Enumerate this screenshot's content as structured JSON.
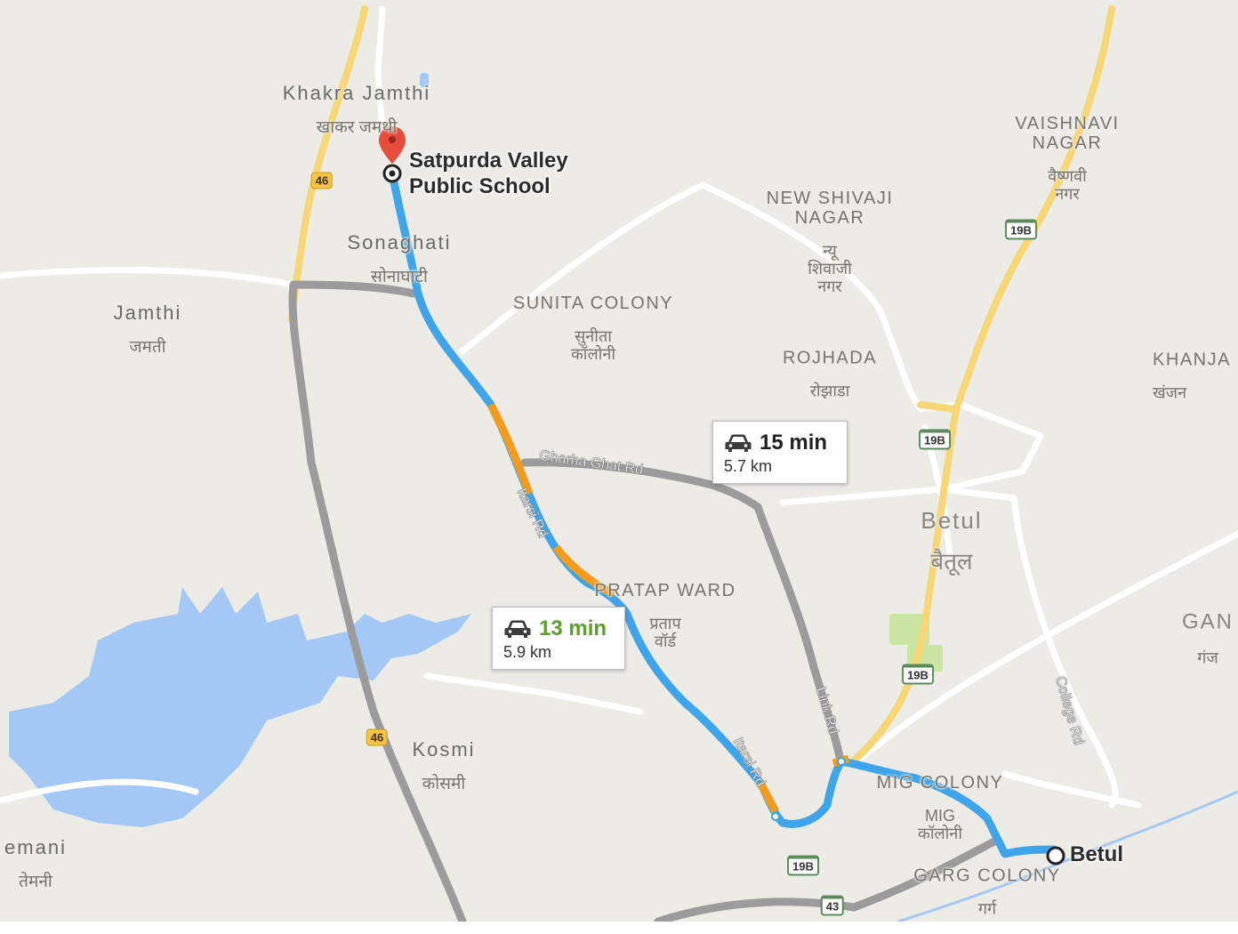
{
  "colors": {
    "land": "#ecebe6",
    "water": "#a4c8f5",
    "park": "#cbe6a3",
    "minor_road": "#ffffff",
    "highway": "#f6d774",
    "alt_route": "#9b9b9b",
    "route": "#3ea5ea",
    "traffic": "#f29b1d",
    "pin": "#e74c3c",
    "fast_time": "#5da12a"
  },
  "origin": {
    "name": "Satpurda Valley Public School",
    "line1": "Satpurda Valley",
    "line2": "Public School",
    "icon": "map-pin-icon"
  },
  "destination": {
    "name": "Betul",
    "icon": "destination-circle-icon"
  },
  "routes": [
    {
      "id": "primary",
      "time": "13 min",
      "distance": "5.9 km",
      "icon": "car-icon",
      "selected": true
    },
    {
      "id": "alternate",
      "time": "15 min",
      "distance": "5.7 km",
      "icon": "car-icon",
      "selected": false
    }
  ],
  "places": [
    {
      "name": "Khakra Jamthi",
      "name_hi": "खाकर जमथी"
    },
    {
      "name": "Sonaghati",
      "name_hi": "सोनाघाटी"
    },
    {
      "name": "Jamthi",
      "name_hi": "जमती"
    },
    {
      "name": "Kosmi",
      "name_hi": "कोसमी"
    },
    {
      "name": "emani",
      "name_hi": "तेमनी"
    },
    {
      "name": "SUNITA COLONY",
      "name_hi": "सुनीता\nकॉलोनी"
    },
    {
      "name": "NEW SHIVAJI\nNAGAR",
      "name_hi": "न्यू\nशिवाजी\nनगर"
    },
    {
      "name": "ROJHADA",
      "name_hi": "रोझाडा"
    },
    {
      "name": "VAISHNAVI\nNAGAR",
      "name_hi": "वैष्णवी\nनगर"
    },
    {
      "name": "KHANJA",
      "name_hi": "खंजन"
    },
    {
      "name": "Betul",
      "name_hi": "बैतूल"
    },
    {
      "name": "PRATAP WARD",
      "name_hi": "प्रताप\nवॉर्ड"
    },
    {
      "name": "GAN",
      "name_hi": "गंज"
    },
    {
      "name": "MIG COLONY",
      "name_hi": "MIG\nकॉलोनी"
    },
    {
      "name": "GARG COLONY",
      "name_hi": "गर्ग"
    }
  ],
  "roads": [
    "Gharha Ghat Rd",
    "Itarsi Rd",
    "Itarsi Rd",
    "Link Rd",
    "College Rd"
  ],
  "highway_shields": [
    "46",
    "46",
    "19B",
    "19B",
    "19B",
    "19B",
    "43"
  ]
}
